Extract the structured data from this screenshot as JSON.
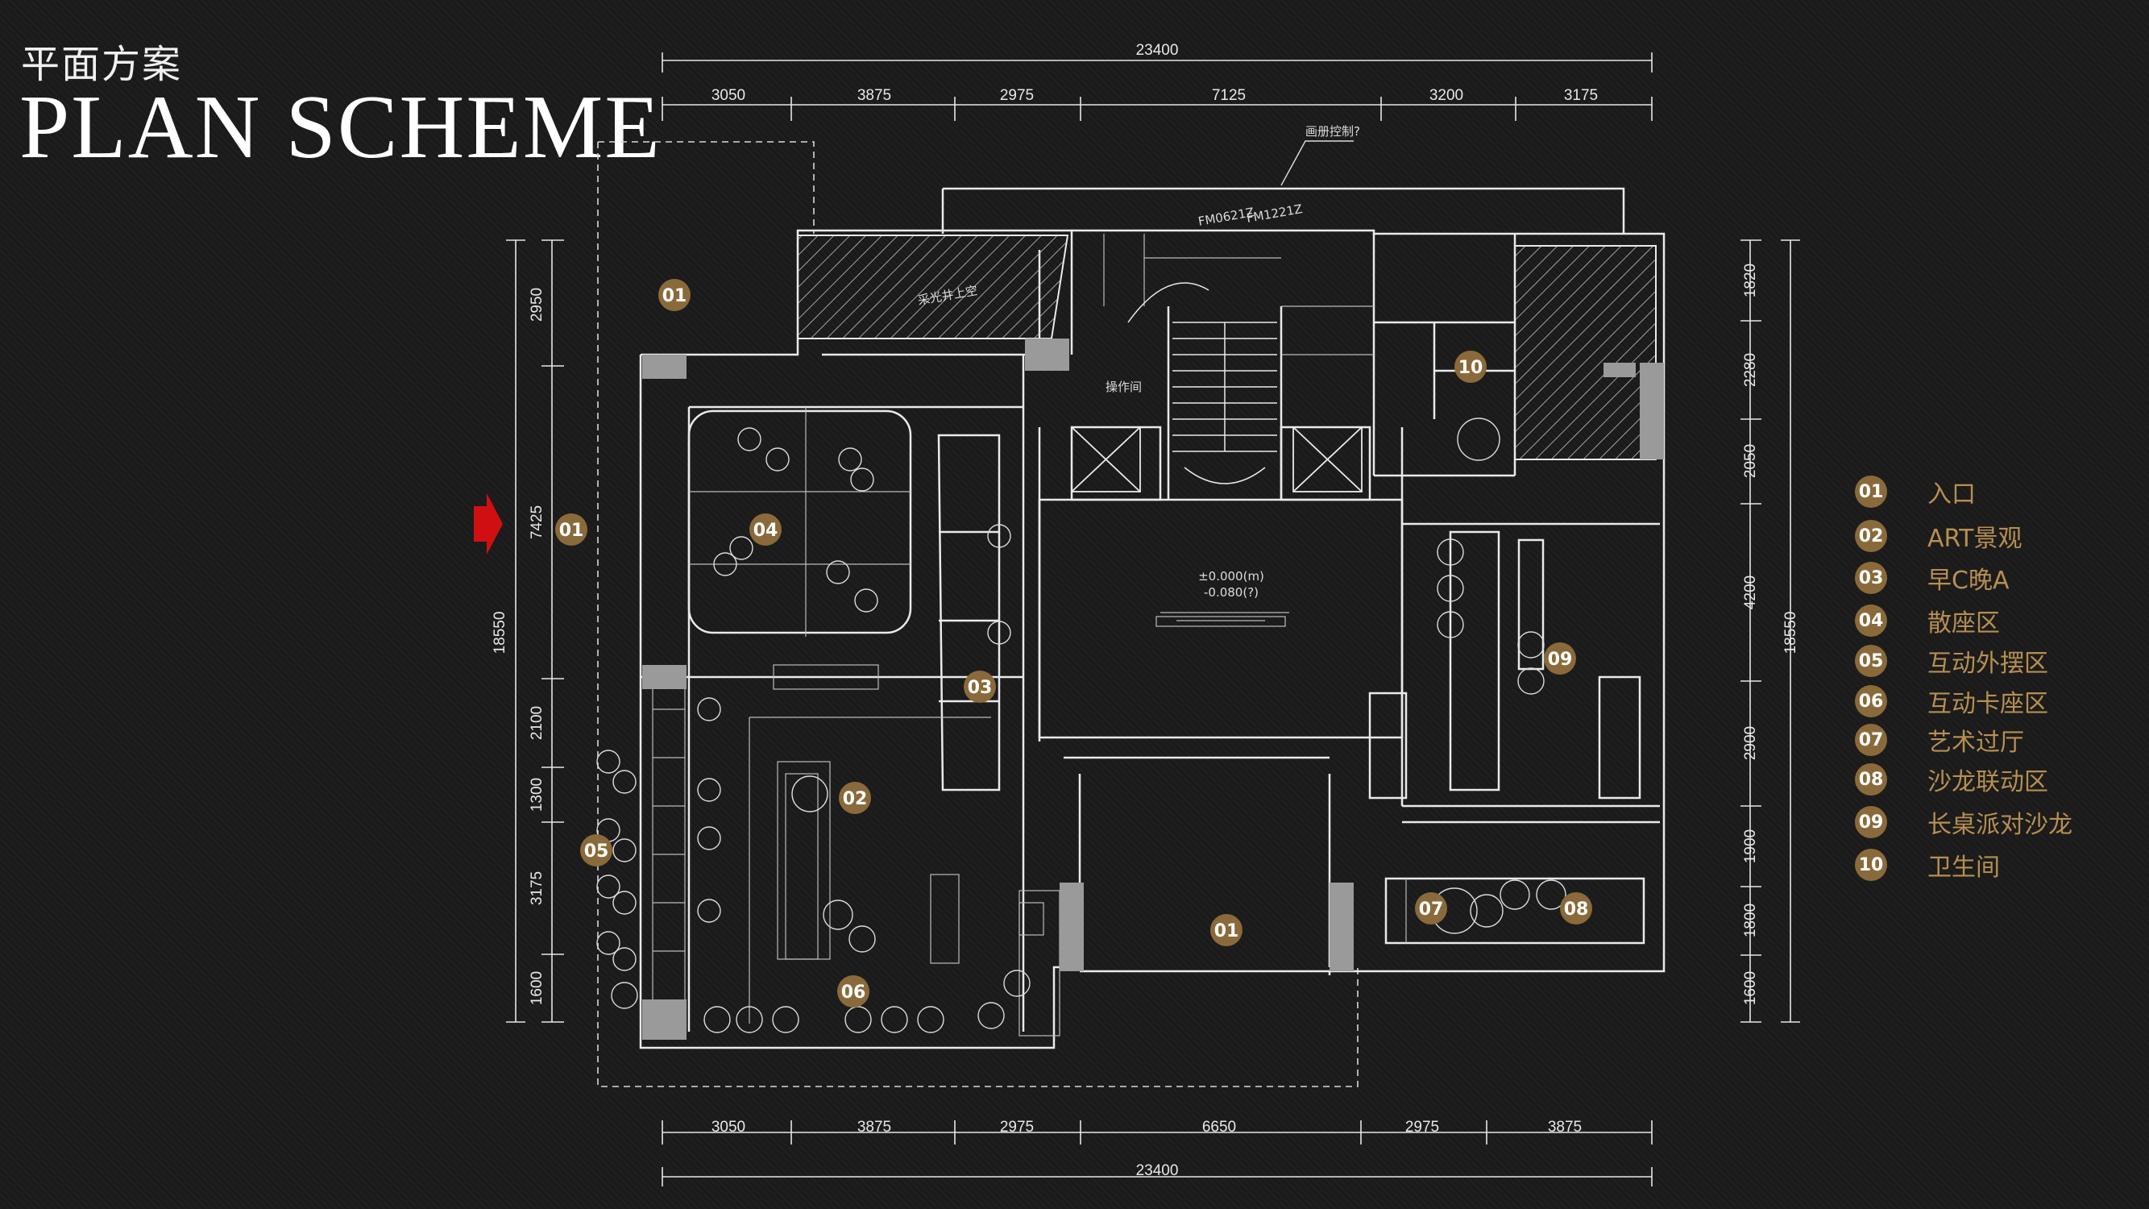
{
  "header": {
    "title_cn": "平面方案",
    "title_en": "PLAN SCHEME"
  },
  "dimensions": {
    "top_total": "23400",
    "top_segments": [
      "3050",
      "3875",
      "2975",
      "7125",
      "3200",
      "3175"
    ],
    "bottom_segments": [
      "3050",
      "3875",
      "2975",
      "6650",
      "2975",
      "3875"
    ],
    "bottom_total": "23400",
    "left_total": "18550",
    "left_segments": [
      "2950",
      "7425",
      "2100",
      "1300",
      "3175",
      "1600"
    ],
    "right_segments": [
      "1820",
      "2280",
      "2050",
      "4200",
      "2900",
      "1900",
      "1800",
      "1600"
    ],
    "right_total": "18550"
  },
  "plan_labels": {
    "skylight": "采光井上空",
    "level_a": "±0.000(m)",
    "level_b": "-0.080(?)",
    "door_tag_a": "FM0621Z",
    "door_tag_b": "FM1221Z",
    "operation_room": "操作间",
    "top_note": "画册控制?"
  },
  "plan_markers": [
    {
      "id": "01"
    },
    {
      "id": "01"
    },
    {
      "id": "01"
    },
    {
      "id": "02"
    },
    {
      "id": "03"
    },
    {
      "id": "04"
    },
    {
      "id": "05"
    },
    {
      "id": "06"
    },
    {
      "id": "07"
    },
    {
      "id": "08"
    },
    {
      "id": "09"
    },
    {
      "id": "10"
    }
  ],
  "legend": [
    {
      "num": "01",
      "label": "入口"
    },
    {
      "num": "02",
      "label": "ART景观"
    },
    {
      "num": "03",
      "label": "早C晚A"
    },
    {
      "num": "04",
      "label": "散座区"
    },
    {
      "num": "05",
      "label": "互动外摆区"
    },
    {
      "num": "06",
      "label": "互动卡座区"
    },
    {
      "num": "07",
      "label": "艺术过厅"
    },
    {
      "num": "08",
      "label": "沙龙联动区"
    },
    {
      "num": "09",
      "label": "长桌派对沙龙"
    },
    {
      "num": "10",
      "label": "卫生间"
    }
  ],
  "colors": {
    "background": "#1c1c1c",
    "badge": "#8a6a3a",
    "legend_text": "#b78f52",
    "entrance_arrow": "#d01010",
    "line": "#e6e6e6"
  },
  "icons": {
    "entrance_arrow": "arrow-right-icon"
  }
}
